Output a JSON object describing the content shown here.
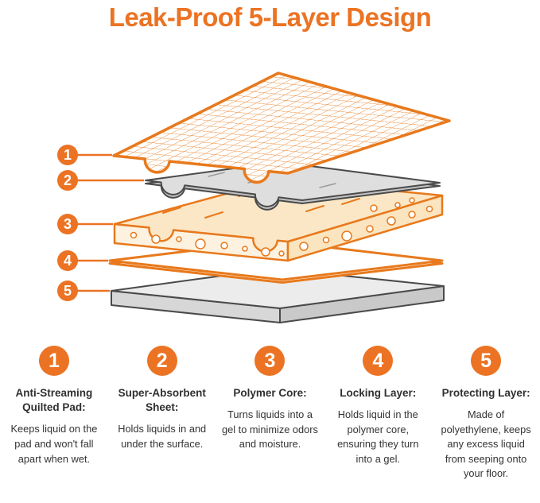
{
  "title": "Leak-Proof 5-Layer Design",
  "colors": {
    "accent": "#EB7323",
    "diagram_orange": "#E8791C",
    "core_top": "#FBE7C6",
    "core_front": "#FDF2E0",
    "core_side": "#FAE5C0",
    "sheet_gray": "#DEDEDE",
    "base_top": "#ECECEC",
    "base_front": "#D7D7D7",
    "outline_dark": "#4A4A4A"
  },
  "diagram": {
    "markers": [
      "1",
      "2",
      "3",
      "4",
      "5"
    ]
  },
  "legend": {
    "items": [
      {
        "num": "1",
        "heading": "Anti-Streaming Quilted Pad:",
        "body": "Keeps liquid on the pad and won't fall apart when wet."
      },
      {
        "num": "2",
        "heading": "Super-Absorbent Sheet:",
        "body": "Holds liquids in and under the surface."
      },
      {
        "num": "3",
        "heading": "Polymer Core:",
        "body": "Turns liquids into a gel to minimize odors and moisture."
      },
      {
        "num": "4",
        "heading": "Locking Layer:",
        "body": "Holds liquid in the polymer core, ensuring they turn into a gel."
      },
      {
        "num": "5",
        "heading": "Protecting Layer:",
        "body": "Made of polyethylene, keeps any excess liquid from seeping onto your floor."
      }
    ]
  }
}
